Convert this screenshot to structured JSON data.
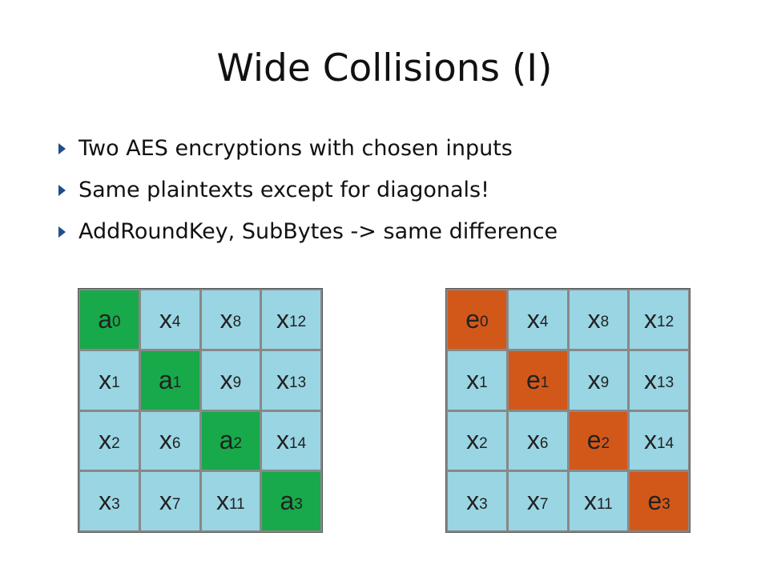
{
  "title": "Wide Collisions (I)",
  "bullets": [
    "Two AES encryptions with chosen inputs",
    "Same plaintexts except for diagonals!",
    "AddRoundKey, SubBytes -> same difference"
  ],
  "colors": {
    "cell": "#9ad5e3",
    "left_diagonal": "#17a94a",
    "right_diagonal": "#d25819",
    "bullet_arrow": "#1f4e8c"
  },
  "left_grid": {
    "cells": [
      [
        "a",
        "0"
      ],
      [
        "x",
        "4"
      ],
      [
        "x",
        "8"
      ],
      [
        "x",
        "12"
      ],
      [
        "x",
        "1"
      ],
      [
        "a",
        "1"
      ],
      [
        "x",
        "9"
      ],
      [
        "x",
        "13"
      ],
      [
        "x",
        "2"
      ],
      [
        "x",
        "6"
      ],
      [
        "a",
        "2"
      ],
      [
        "x",
        "14"
      ],
      [
        "x",
        "3"
      ],
      [
        "x",
        "7"
      ],
      [
        "x",
        "11"
      ],
      [
        "a",
        "3"
      ]
    ]
  },
  "right_grid": {
    "cells": [
      [
        "e",
        "0"
      ],
      [
        "x",
        "4"
      ],
      [
        "x",
        "8"
      ],
      [
        "x",
        "12"
      ],
      [
        "x",
        "1"
      ],
      [
        "e",
        "1"
      ],
      [
        "x",
        "9"
      ],
      [
        "x",
        "13"
      ],
      [
        "x",
        "2"
      ],
      [
        "x",
        "6"
      ],
      [
        "e",
        "2"
      ],
      [
        "x",
        "14"
      ],
      [
        "x",
        "3"
      ],
      [
        "x",
        "7"
      ],
      [
        "x",
        "11"
      ],
      [
        "e",
        "3"
      ]
    ]
  }
}
